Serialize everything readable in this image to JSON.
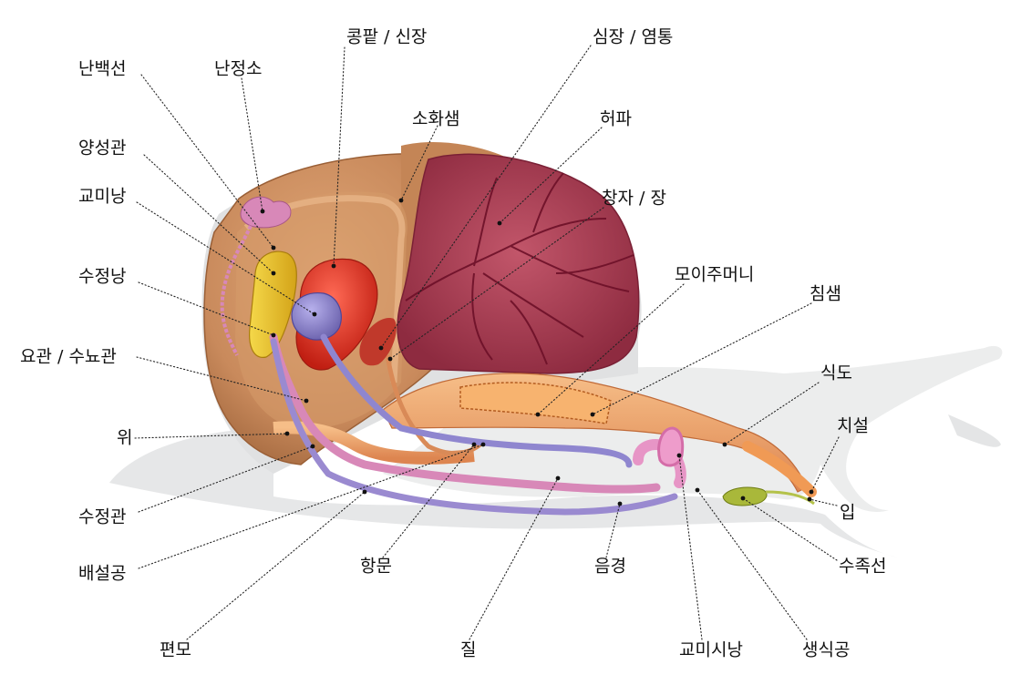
{
  "labels": {
    "ovotestis_gland": "난백선",
    "ovotestis": "난정소",
    "kidney": "콩팥 / 신장",
    "heart": "심장 / 염통",
    "digestive_gland": "소화샘",
    "lung": "허파",
    "hermaphrodite_duct": "양성관",
    "intestine": "창자 / 장",
    "bursa": "교미낭",
    "crop": "모이주머니",
    "seminal_receptacle": "수정낭",
    "salivary_gland": "침샘",
    "ureter": "요관 / 수뇨관",
    "esophagus": "식도",
    "stomach": "위",
    "radula": "치설",
    "sperm_duct": "수정관",
    "mouth": "입",
    "excretory_pore": "배설공",
    "anus": "항문",
    "penis": "음경",
    "pedal_gland": "수족선",
    "mantle": "편모",
    "vagina": "질",
    "dart_sac": "교미시낭",
    "genital_pore": "생식공"
  },
  "colors": {
    "body": "#e9eaeb",
    "shell": "#c98a5c",
    "digestive_gland": "#b57247",
    "lung": "#a8384e",
    "kidney": "#e23a2a",
    "albumen_gland": "#e8c12f",
    "receptacle": "#8f86cf",
    "reproductive": "#d888b8",
    "gut": "#eea36a",
    "pedal_gland": "#a9b83a"
  }
}
